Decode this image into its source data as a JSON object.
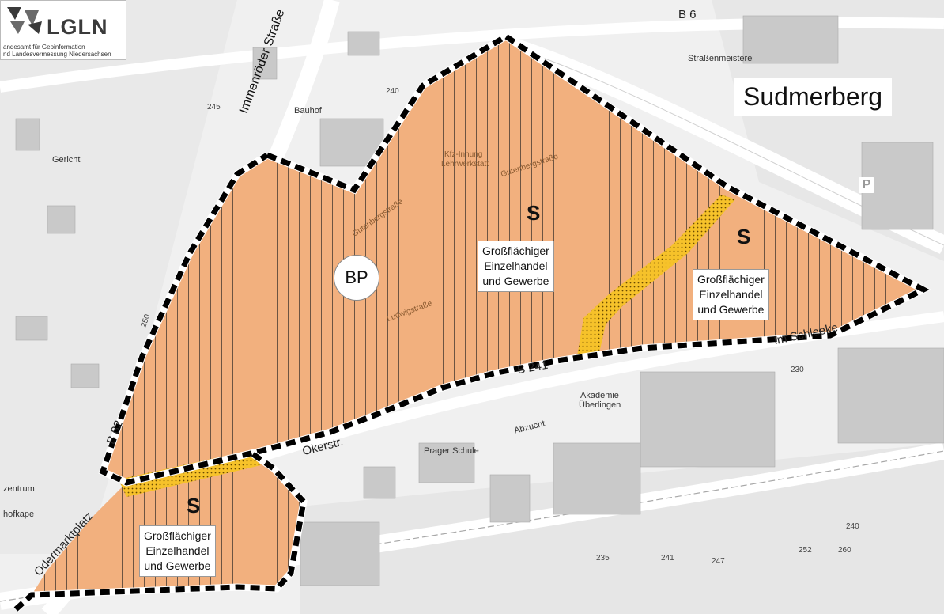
{
  "logo": {
    "name": "LGLN",
    "line1": "andesamt für Geoinformation",
    "line2": "nd Landesvermessung Niedersachsen"
  },
  "title": "Sudmerberg",
  "bp_label": "BP",
  "zones": [
    {
      "letter": "S",
      "line1": "Großflächiger",
      "line2": "Einzelhandel",
      "line3": "und Gewerbe"
    },
    {
      "letter": "S",
      "line1": "Großflächiger",
      "line2": "Einzelhandel",
      "line3": "und Gewerbe"
    },
    {
      "letter": "S",
      "line1": "Großflächiger",
      "line2": "Einzelhandel",
      "line3": "und Gewerbe"
    }
  ],
  "labels": {
    "b6": "B 6",
    "strassenmeisterei": "Straßenmeisterei",
    "bauhof": "Bauhof",
    "immenroder": "Immenröder Straße",
    "gericht": "Gericht",
    "kfz": "Kfz-Innung",
    "lehrwerkstatt": "Lehrwerkstatt",
    "gutenberg": "Gutenbergstraße",
    "ludwig": "Ludwigstraße",
    "gutenberg2": "Gutenbergstraße",
    "b241": "B 241",
    "im_schleeke": "Im Schleeke",
    "akademie": "Akademie",
    "ueberlingen": "Überlingen",
    "abzucht": "Abzucht",
    "prager": "Prager Schule",
    "oker": "Okerstr.",
    "b82": "B 82",
    "odermarkt": "Odermarktplatz",
    "zentrum": "zentrum",
    "hofkape": "hofkape",
    "p": "P",
    "c240a": "240",
    "c245": "245",
    "c230": "230",
    "c250": "250",
    "c235": "235",
    "c241": "241",
    "c247": "247",
    "c252": "252",
    "c260": "260",
    "c240b": "240"
  },
  "colors": {
    "zone_fill": "#f2b07e",
    "hatch": "#222222",
    "corridor": "#f6c22a",
    "boundary": "#000000",
    "background": "#f2f2f2"
  }
}
